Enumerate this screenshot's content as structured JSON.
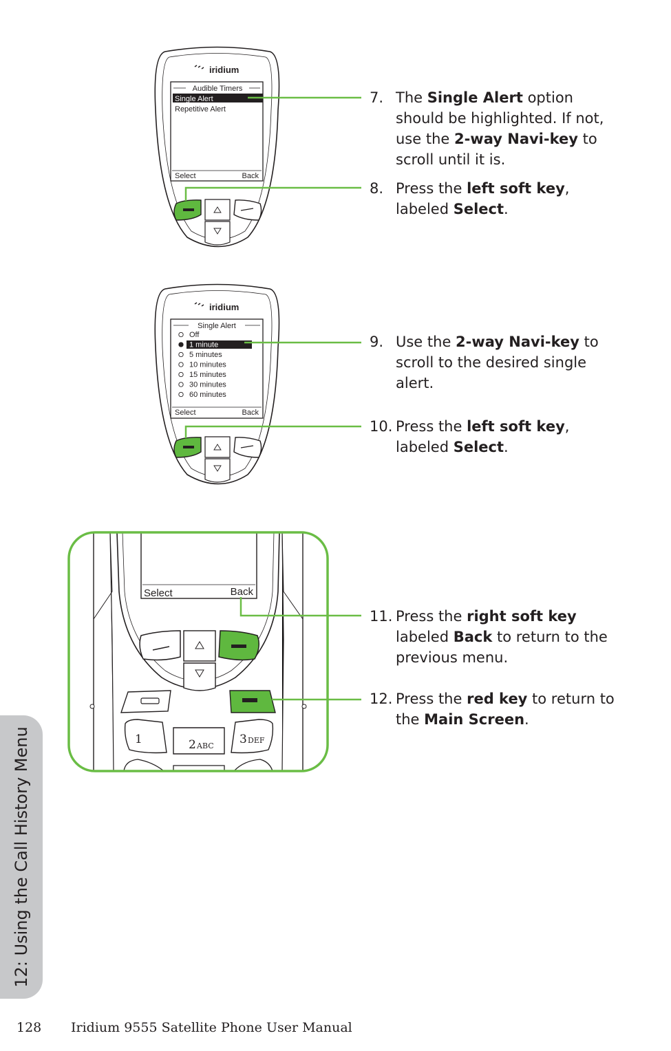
{
  "brand": "iridium",
  "screen1": {
    "title": "Audible Timers",
    "items": [
      "Single Alert",
      "Repetitive Alert"
    ],
    "left_soft": "Select",
    "right_soft": "Back"
  },
  "screen2": {
    "title": "Single Alert",
    "options": [
      "Off",
      "1 minute",
      "5 minutes",
      "10 minutes",
      "15 minutes",
      "30 minutes",
      "60 minutes"
    ],
    "left_soft": "Select",
    "right_soft": "Back"
  },
  "screen3": {
    "left_soft": "Select",
    "right_soft": "Back",
    "keys": [
      {
        "digit": "1",
        "letters": ""
      },
      {
        "digit": "2",
        "letters": "ABC"
      },
      {
        "digit": "3",
        "letters": "DEF"
      }
    ]
  },
  "steps": [
    {
      "num": "7.",
      "parts": [
        {
          "t": "The ",
          "b": false
        },
        {
          "t": "Single Alert",
          "b": true
        },
        {
          "t": " option should be highlighted. If not, use the ",
          "b": false
        },
        {
          "t": "2-way Navi-key",
          "b": true
        },
        {
          "t": " to scroll until it is.",
          "b": false
        }
      ]
    },
    {
      "num": "8.",
      "parts": [
        {
          "t": "Press the ",
          "b": false
        },
        {
          "t": "left soft key",
          "b": true
        },
        {
          "t": ", labeled ",
          "b": false
        },
        {
          "t": "Select",
          "b": true
        },
        {
          "t": ".",
          "b": false
        }
      ]
    },
    {
      "num": "9.",
      "parts": [
        {
          "t": "Use the ",
          "b": false
        },
        {
          "t": "2-way Navi-key",
          "b": true
        },
        {
          "t": " to scroll to the desired single alert.",
          "b": false
        }
      ]
    },
    {
      "num": "10.",
      "parts": [
        {
          "t": "Press the ",
          "b": false
        },
        {
          "t": "left soft key",
          "b": true
        },
        {
          "t": ", labeled ",
          "b": false
        },
        {
          "t": "Select",
          "b": true
        },
        {
          "t": ".",
          "b": false
        }
      ]
    },
    {
      "num": "11.",
      "parts": [
        {
          "t": "Press the ",
          "b": false
        },
        {
          "t": "right soft key",
          "b": true
        },
        {
          "t": " labeled ",
          "b": false
        },
        {
          "t": "Back",
          "b": true
        },
        {
          "t": " to return to the previous menu.",
          "b": false
        }
      ]
    },
    {
      "num": "12.",
      "parts": [
        {
          "t": "Press the ",
          "b": false
        },
        {
          "t": "red key",
          "b": true
        },
        {
          "t": " to return to the ",
          "b": false
        },
        {
          "t": "Main Screen",
          "b": true
        },
        {
          "t": ".",
          "b": false
        }
      ]
    }
  ],
  "side_tab": "12: Using the Call History Menu",
  "footer": {
    "page_number": "128",
    "manual_title": "Iridium 9555 Satellite Phone User Manual"
  },
  "colors": {
    "accent_green": "#6abd45",
    "key_green": "#5fb83f",
    "tab_gray": "#c7c8ca",
    "text": "#231f20"
  }
}
